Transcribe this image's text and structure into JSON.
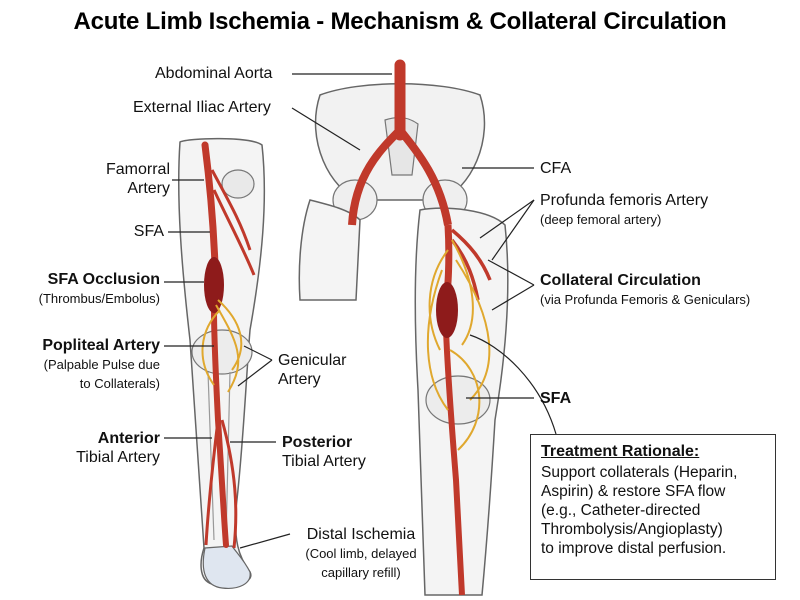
{
  "title": "Acute Limb Ischemia - Mechanism & Collateral Circulation",
  "labels": {
    "abdominal_aorta": "Abdominal Aorta",
    "external_iliac": "External Iliac Artery",
    "femoral_artery": "Famorral\nArtery",
    "sfa_left": "SFA",
    "sfa_occlusion": "SFA Occlusion",
    "sfa_occlusion_sub": "(Thrombus/Embolus)",
    "popliteal": "Popliteal Artery",
    "popliteal_sub": "(Palpable Pulse due\nto Collaterals)",
    "genicular": "Genicular\nArtery",
    "anterior_tibial_bold": "Anterior",
    "anterior_tibial": "Tibial Artery",
    "posterior_tibial_bold": "Posterior",
    "posterior_tibial": "Tibial Artery",
    "distal_ischemia": "Distal Ischemia",
    "distal_ischemia_sub": "(Cool limb, delayed\ncapillary refill)",
    "cfa": "CFA",
    "profunda": "Profunda femoris Artery",
    "profunda_sub": "(deep femoral artery)",
    "collateral": "Collateral Circulation",
    "collateral_sub": "(via Profunda Femoris & Geniculars)",
    "sfa_right": "SFA"
  },
  "treatment": {
    "title": "Treatment Rationale:",
    "body": "Support collaterals (Heparin,\nAspirin) & restore SFA flow\n(e.g., Catheter-directed\nThrombolysis/Angioplasty)\nto improve distal perfusion."
  },
  "colors": {
    "artery": "#c0392b",
    "occlusion": "#8e1b1b",
    "collateral": "#e0a82e",
    "bone": "#f2f2f2",
    "outline": "#555555"
  }
}
